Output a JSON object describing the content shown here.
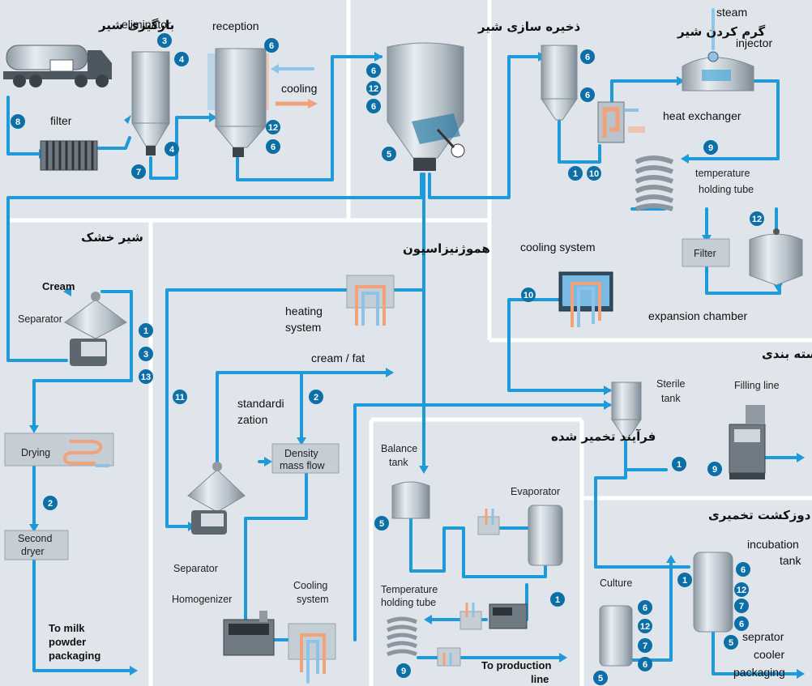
{
  "sections": {
    "milk_loading": "بارگیری شیر",
    "milk_storage": "ذخیره سازی شیر",
    "milk_heating": "گرم کردن شیر",
    "milk_powder": "شیر خشک",
    "homogenization": "هموژنیزاسیون",
    "packaging_process": "فرآیند بسته بندی",
    "concentration_process": "فرآیند تخمیر شده",
    "fermented_cultivation": "دوزکشت تخمیری"
  },
  "labels": {
    "filter": "filter",
    "eliminator": "eliminator",
    "reception": "reception",
    "cooling": "cooling",
    "steam": "steam",
    "injector": "injector",
    "heat_exchanger": "heat exchanger",
    "holding_tube_1": "temperature",
    "holding_tube_2": "holding tube",
    "filter_box": "Filter",
    "cooling_system_top": "cooling system",
    "expansion_chamber": "expansion chamber",
    "cream": "Cream",
    "separator_left": "Separator",
    "drying": "Drying",
    "second_dryer_1": "Second",
    "second_dryer_2": "dryer",
    "to_milk_1": "To milk",
    "to_milk_2": "powder",
    "to_milk_3": "packaging",
    "heating_system_1": "heating",
    "heating_system_2": "system",
    "cream_fat": "cream / fat",
    "standardization_1": "standardi",
    "standardization_2": "zation",
    "density_1": "Density",
    "density_2": "mass flow",
    "separator_mid": "Separator",
    "homogenizer": "Homogenizer",
    "cooling_sys_mid_1": "Cooling",
    "cooling_sys_mid_2": "system",
    "sterile_tank_1": "Sterile",
    "sterile_tank_2": "tank",
    "filling_line": "Filling line",
    "balance_tank_1": "Balance",
    "balance_tank_2": "tank",
    "evaporator": "Evaporator",
    "temp_holding_1": "Temperature",
    "temp_holding_2": "holding tube",
    "to_production_1": "To production",
    "to_production_2": "line",
    "incubation_1": "incubation",
    "incubation_2": "tank",
    "culture": "Culture",
    "seprator": "seprator",
    "cooler": "cooler",
    "packaging": "packaging"
  },
  "badges": [
    "1",
    "2",
    "3",
    "4",
    "5",
    "6",
    "7",
    "8",
    "9",
    "10",
    "11",
    "12",
    "13"
  ],
  "colors": {
    "pipe": "#1e9ad9",
    "badge": "#0c6fa6",
    "background": "#dfe5ea",
    "panel_line": "#ffffff",
    "hot_arrow": "#f0a27a",
    "cold_arrow": "#8fc3e6"
  }
}
